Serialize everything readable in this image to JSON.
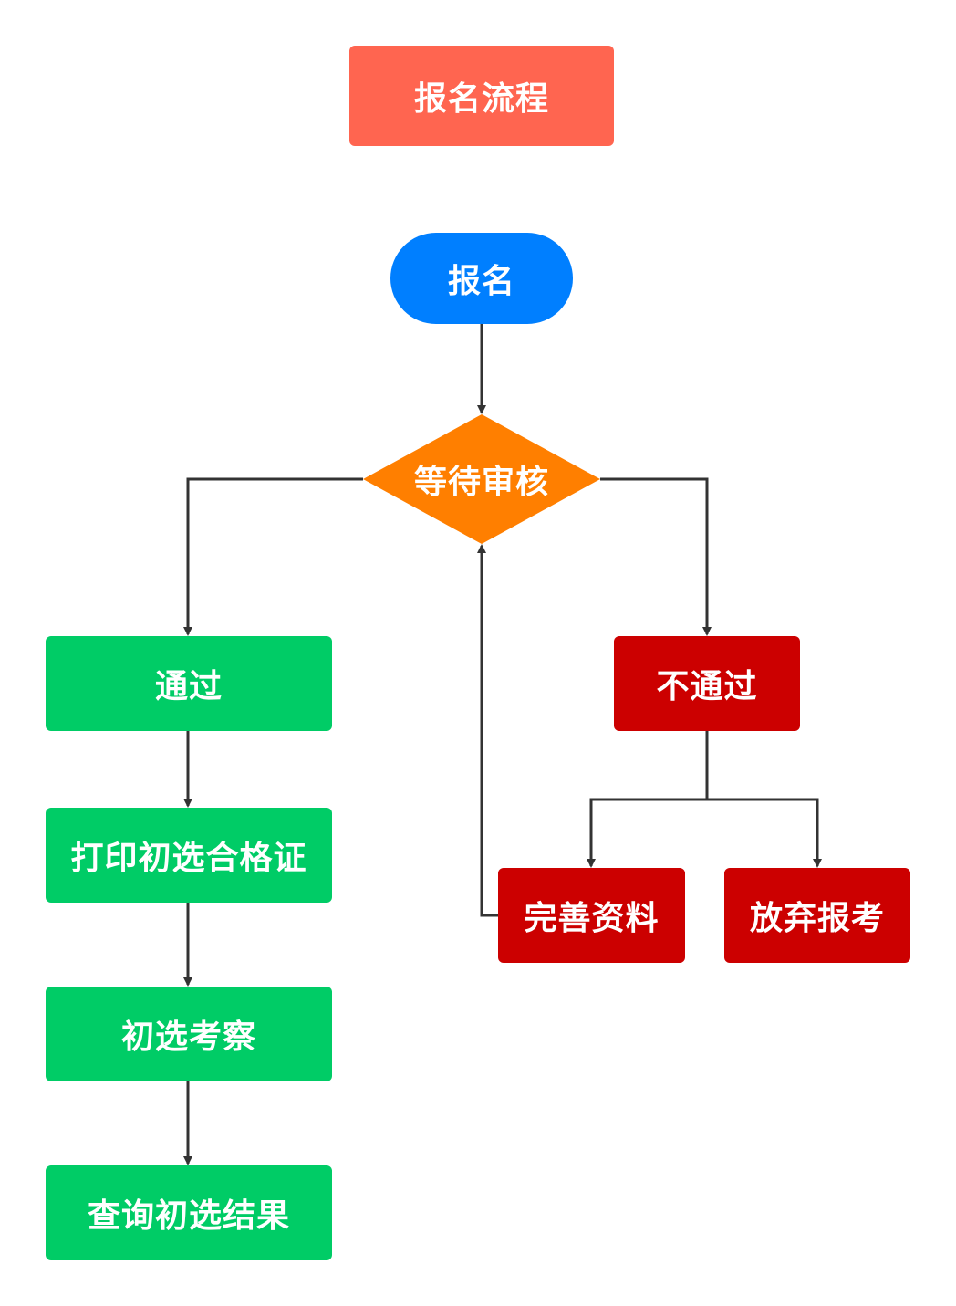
{
  "colors": {
    "title": "#FF6550",
    "start": "#007FFF",
    "decision": "#FF7F00",
    "pass": "#00CC66",
    "fail": "#CC0000",
    "connector": "#333333"
  },
  "nodes": {
    "title": "报名流程",
    "start": "报名",
    "decision": "等待审核",
    "pass": "通过",
    "print_certificate": "打印初选合格证",
    "preliminary_exam": "初选考察",
    "query_result": "查询初选结果",
    "fail": "不通过",
    "complete_info": "完善资料",
    "give_up": "放弃报考"
  }
}
